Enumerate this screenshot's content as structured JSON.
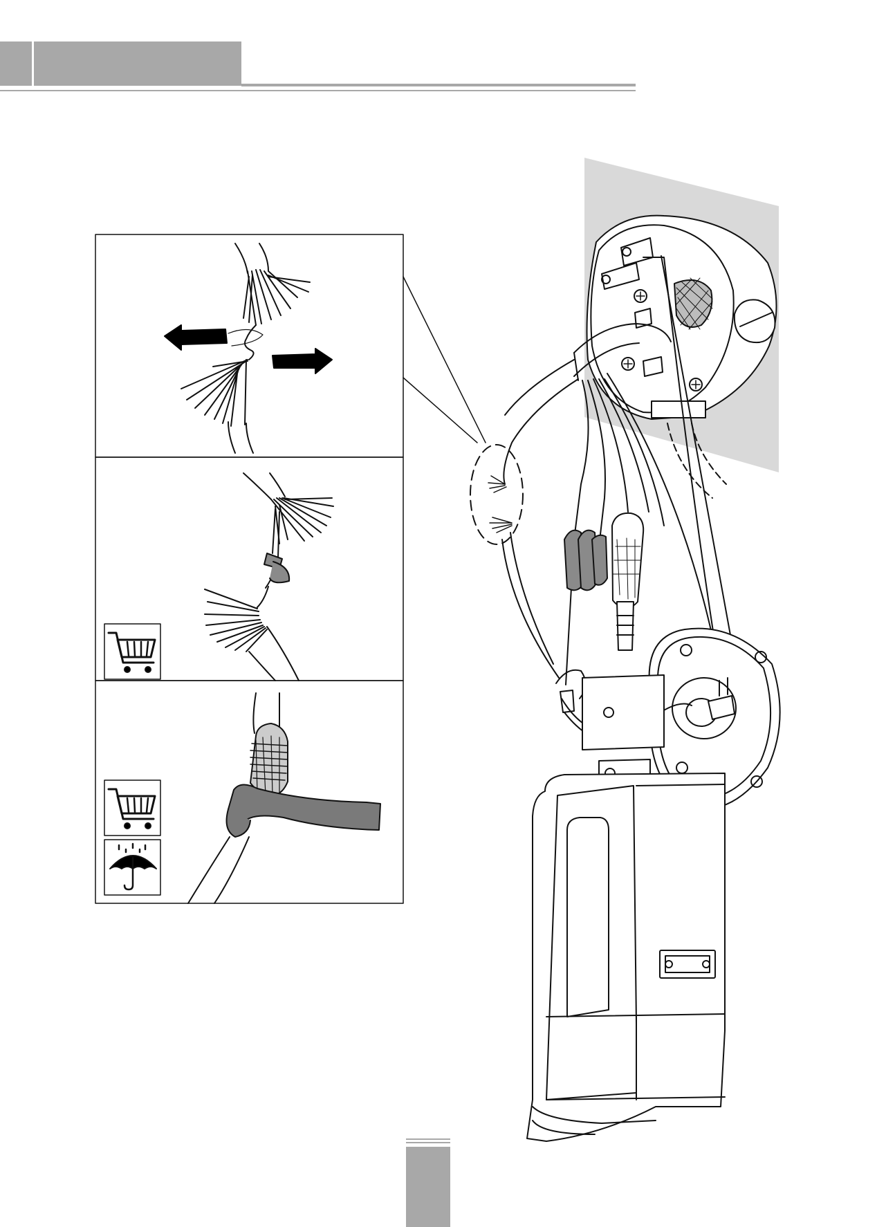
{
  "document": {
    "header_title": "",
    "page_number": ""
  },
  "steps": [
    {
      "id": "step-1",
      "caption": "",
      "icons": []
    },
    {
      "id": "step-2",
      "caption": "",
      "icons": [
        "shopping-cart-icon"
      ]
    },
    {
      "id": "step-3",
      "caption": "",
      "icons": [
        "shopping-cart-icon",
        "umbrella-rain-icon"
      ]
    }
  ],
  "colors": {
    "header_gray": "#a8a8a8",
    "wall_gray": "#d9d9d9",
    "tape_gray": "#7a7a7a",
    "line": "#111111"
  }
}
